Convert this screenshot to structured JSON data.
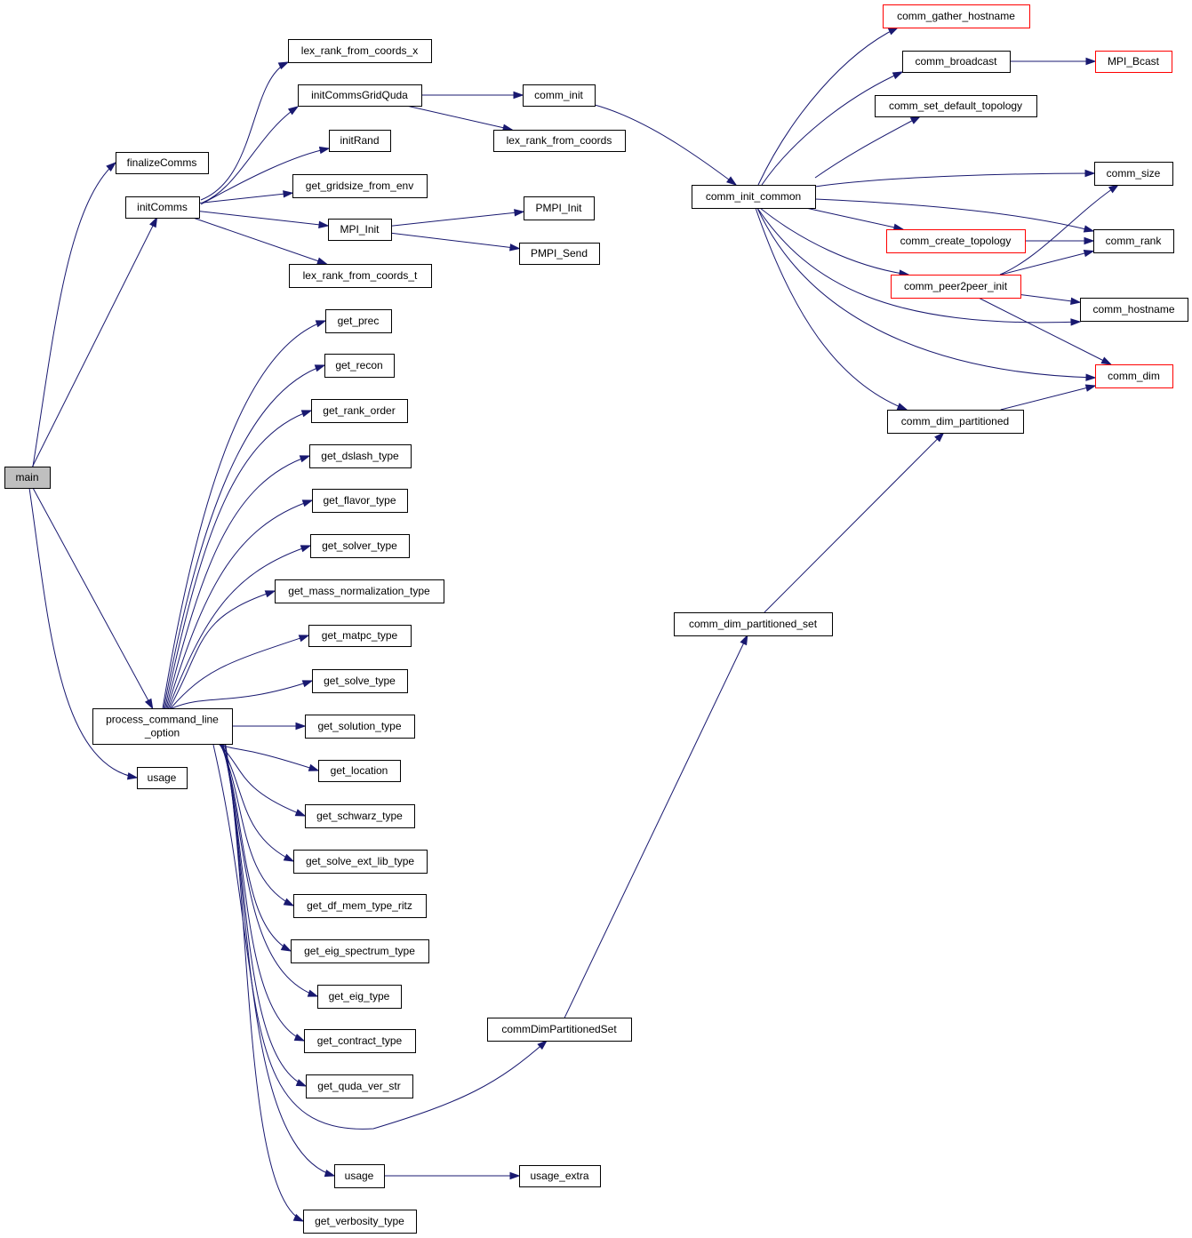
{
  "colors": {
    "edge": "#191970",
    "node_border": "#000000",
    "truncated_border": "#ff0000",
    "root_fill": "#bfbfbf"
  },
  "nodes": [
    {
      "id": "main",
      "lines": [
        "main"
      ],
      "style": "root"
    },
    {
      "id": "finalizeComms",
      "lines": [
        "finalizeComms"
      ]
    },
    {
      "id": "initComms",
      "lines": [
        "initComms"
      ]
    },
    {
      "id": "process_command_line_option",
      "lines": [
        "process_command_line",
        "_option"
      ]
    },
    {
      "id": "usage1",
      "lines": [
        "usage"
      ]
    },
    {
      "id": "lex_rank_from_coords_x",
      "lines": [
        "lex_rank_from_coords_x"
      ]
    },
    {
      "id": "initCommsGridQuda",
      "lines": [
        "initCommsGridQuda"
      ]
    },
    {
      "id": "initRand",
      "lines": [
        "initRand"
      ]
    },
    {
      "id": "get_gridsize_from_env",
      "lines": [
        "get_gridsize_from_env"
      ]
    },
    {
      "id": "MPI_Init",
      "lines": [
        "MPI_Init"
      ]
    },
    {
      "id": "lex_rank_from_coords_t",
      "lines": [
        "lex_rank_from_coords_t"
      ]
    },
    {
      "id": "comm_init",
      "lines": [
        "comm_init"
      ]
    },
    {
      "id": "lex_rank_from_coords",
      "lines": [
        "lex_rank_from_coords"
      ]
    },
    {
      "id": "PMPI_Init",
      "lines": [
        "PMPI_Init"
      ]
    },
    {
      "id": "PMPI_Send",
      "lines": [
        "PMPI_Send"
      ]
    },
    {
      "id": "comm_init_common",
      "lines": [
        "comm_init_common"
      ]
    },
    {
      "id": "comm_gather_hostname",
      "lines": [
        "comm_gather_hostname"
      ],
      "style": "truncated"
    },
    {
      "id": "comm_broadcast",
      "lines": [
        "comm_broadcast"
      ]
    },
    {
      "id": "MPI_Bcast",
      "lines": [
        "MPI_Bcast"
      ],
      "style": "truncated"
    },
    {
      "id": "comm_set_default_topology",
      "lines": [
        "comm_set_default_topology"
      ]
    },
    {
      "id": "comm_size",
      "lines": [
        "comm_size"
      ]
    },
    {
      "id": "comm_create_topology",
      "lines": [
        "comm_create_topology"
      ],
      "style": "truncated"
    },
    {
      "id": "comm_rank",
      "lines": [
        "comm_rank"
      ]
    },
    {
      "id": "comm_peer2peer_init",
      "lines": [
        "comm_peer2peer_init"
      ],
      "style": "truncated"
    },
    {
      "id": "comm_hostname",
      "lines": [
        "comm_hostname"
      ]
    },
    {
      "id": "comm_dim",
      "lines": [
        "comm_dim"
      ],
      "style": "truncated"
    },
    {
      "id": "comm_dim_partitioned",
      "lines": [
        "comm_dim_partitioned"
      ]
    },
    {
      "id": "comm_dim_partitioned_set",
      "lines": [
        "comm_dim_partitioned_set"
      ]
    },
    {
      "id": "commDimPartitionedSet",
      "lines": [
        "commDimPartitionedSet"
      ]
    },
    {
      "id": "get_prec",
      "lines": [
        "get_prec"
      ]
    },
    {
      "id": "get_recon",
      "lines": [
        "get_recon"
      ]
    },
    {
      "id": "get_rank_order",
      "lines": [
        "get_rank_order"
      ]
    },
    {
      "id": "get_dslash_type",
      "lines": [
        "get_dslash_type"
      ]
    },
    {
      "id": "get_flavor_type",
      "lines": [
        "get_flavor_type"
      ]
    },
    {
      "id": "get_solver_type",
      "lines": [
        "get_solver_type"
      ]
    },
    {
      "id": "get_mass_normalization_type",
      "lines": [
        "get_mass_normalization_type"
      ]
    },
    {
      "id": "get_matpc_type",
      "lines": [
        "get_matpc_type"
      ]
    },
    {
      "id": "get_solve_type",
      "lines": [
        "get_solve_type"
      ]
    },
    {
      "id": "get_solution_type",
      "lines": [
        "get_solution_type"
      ]
    },
    {
      "id": "get_location",
      "lines": [
        "get_location"
      ]
    },
    {
      "id": "get_schwarz_type",
      "lines": [
        "get_schwarz_type"
      ]
    },
    {
      "id": "get_solve_ext_lib_type",
      "lines": [
        "get_solve_ext_lib_type"
      ]
    },
    {
      "id": "get_df_mem_type_ritz",
      "lines": [
        "get_df_mem_type_ritz"
      ]
    },
    {
      "id": "get_eig_spectrum_type",
      "lines": [
        "get_eig_spectrum_type"
      ]
    },
    {
      "id": "get_eig_type",
      "lines": [
        "get_eig_type"
      ]
    },
    {
      "id": "get_contract_type",
      "lines": [
        "get_contract_type"
      ]
    },
    {
      "id": "get_quda_ver_str",
      "lines": [
        "get_quda_ver_str"
      ]
    },
    {
      "id": "usage2",
      "lines": [
        "usage"
      ]
    },
    {
      "id": "usage_extra",
      "lines": [
        "usage_extra"
      ]
    },
    {
      "id": "get_verbosity_type",
      "lines": [
        "get_verbosity_type"
      ]
    }
  ],
  "edges": [
    [
      "main",
      "finalizeComms"
    ],
    [
      "main",
      "initComms"
    ],
    [
      "main",
      "process_command_line_option"
    ],
    [
      "main",
      "usage1"
    ],
    [
      "initComms",
      "lex_rank_from_coords_x"
    ],
    [
      "initComms",
      "initCommsGridQuda"
    ],
    [
      "initComms",
      "initRand"
    ],
    [
      "initComms",
      "get_gridsize_from_env"
    ],
    [
      "initComms",
      "MPI_Init"
    ],
    [
      "initComms",
      "lex_rank_from_coords_t"
    ],
    [
      "initCommsGridQuda",
      "comm_init"
    ],
    [
      "initCommsGridQuda",
      "lex_rank_from_coords"
    ],
    [
      "MPI_Init",
      "PMPI_Init"
    ],
    [
      "MPI_Init",
      "PMPI_Send"
    ],
    [
      "comm_init",
      "comm_init_common"
    ],
    [
      "comm_init_common",
      "comm_gather_hostname"
    ],
    [
      "comm_init_common",
      "comm_broadcast"
    ],
    [
      "comm_init_common",
      "comm_set_default_topology"
    ],
    [
      "comm_init_common",
      "comm_size"
    ],
    [
      "comm_init_common",
      "comm_rank"
    ],
    [
      "comm_init_common",
      "comm_create_topology"
    ],
    [
      "comm_init_common",
      "comm_peer2peer_init"
    ],
    [
      "comm_init_common",
      "comm_hostname"
    ],
    [
      "comm_init_common",
      "comm_dim"
    ],
    [
      "comm_init_common",
      "comm_dim_partitioned"
    ],
    [
      "comm_broadcast",
      "MPI_Bcast"
    ],
    [
      "comm_create_topology",
      "comm_rank"
    ],
    [
      "comm_peer2peer_init",
      "comm_size"
    ],
    [
      "comm_peer2peer_init",
      "comm_rank"
    ],
    [
      "comm_peer2peer_init",
      "comm_hostname"
    ],
    [
      "comm_peer2peer_init",
      "comm_dim"
    ],
    [
      "comm_dim_partitioned",
      "comm_dim"
    ],
    [
      "comm_dim_partitioned_set",
      "comm_dim_partitioned"
    ],
    [
      "commDimPartitionedSet",
      "comm_dim_partitioned_set"
    ],
    [
      "process_command_line_option",
      "get_prec"
    ],
    [
      "process_command_line_option",
      "get_recon"
    ],
    [
      "process_command_line_option",
      "get_rank_order"
    ],
    [
      "process_command_line_option",
      "get_dslash_type"
    ],
    [
      "process_command_line_option",
      "get_flavor_type"
    ],
    [
      "process_command_line_option",
      "get_solver_type"
    ],
    [
      "process_command_line_option",
      "get_mass_normalization_type"
    ],
    [
      "process_command_line_option",
      "get_matpc_type"
    ],
    [
      "process_command_line_option",
      "get_solve_type"
    ],
    [
      "process_command_line_option",
      "get_solution_type"
    ],
    [
      "process_command_line_option",
      "get_location"
    ],
    [
      "process_command_line_option",
      "get_schwarz_type"
    ],
    [
      "process_command_line_option",
      "get_solve_ext_lib_type"
    ],
    [
      "process_command_line_option",
      "get_df_mem_type_ritz"
    ],
    [
      "process_command_line_option",
      "get_eig_spectrum_type"
    ],
    [
      "process_command_line_option",
      "get_eig_type"
    ],
    [
      "process_command_line_option",
      "get_contract_type"
    ],
    [
      "process_command_line_option",
      "get_quda_ver_str"
    ],
    [
      "process_command_line_option",
      "commDimPartitionedSet"
    ],
    [
      "process_command_line_option",
      "usage2"
    ],
    [
      "process_command_line_option",
      "get_verbosity_type"
    ],
    [
      "usage2",
      "usage_extra"
    ]
  ]
}
